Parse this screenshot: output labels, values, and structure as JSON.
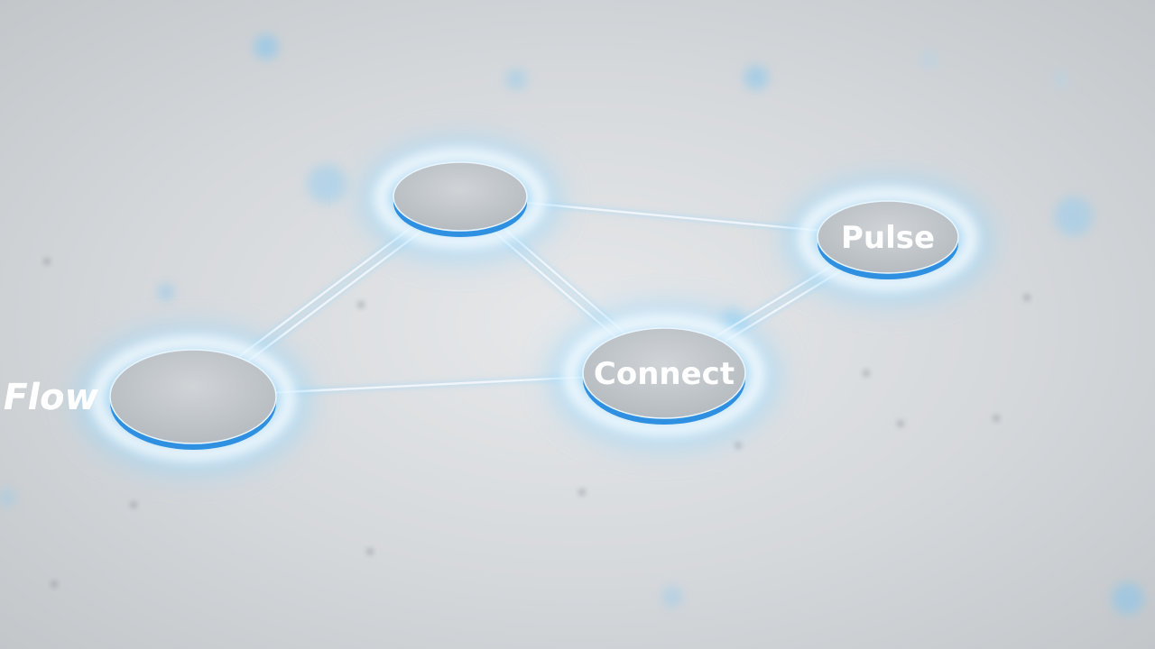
{
  "diagram": {
    "nodes": [
      {
        "id": "top",
        "label": ""
      },
      {
        "id": "pulse",
        "label": "Pulse"
      },
      {
        "id": "flow",
        "label": "Flow"
      },
      {
        "id": "connect",
        "label": "Connect"
      }
    ],
    "edges": [
      {
        "from": "top",
        "to": "flow",
        "style": "double"
      },
      {
        "from": "top",
        "to": "connect",
        "style": "double"
      },
      {
        "from": "top",
        "to": "pulse",
        "style": "single"
      },
      {
        "from": "flow",
        "to": "connect",
        "style": "single"
      },
      {
        "from": "connect",
        "to": "pulse",
        "style": "double"
      }
    ]
  },
  "colors": {
    "accent": "#2f8fe0",
    "glow": "#8fd6ff",
    "node_face": "#c3c8cc",
    "line": "#f4f7fa"
  }
}
